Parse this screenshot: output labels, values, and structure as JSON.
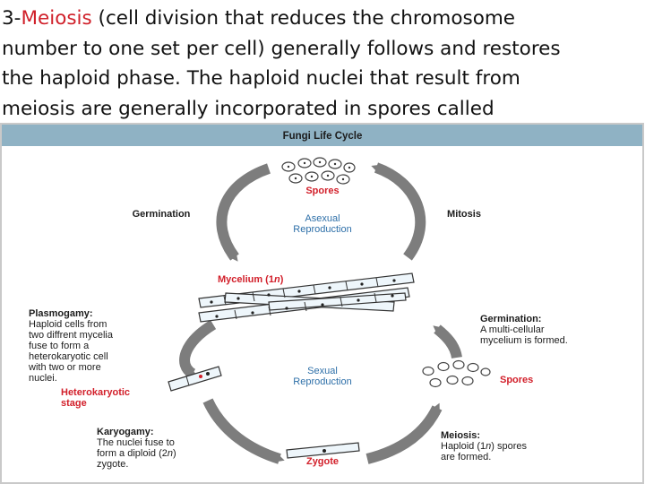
{
  "slide": {
    "prefix": "3-",
    "highlight": "Meiosis",
    "line1_rest": " (cell division that reduces the chromosome",
    "line2": "number to one set per cell) generally follows and restores",
    "line3": "the haploid phase. The haploid nuclei that result from",
    "line4": "meiosis are generally incorporated in spores called"
  },
  "figure": {
    "title": "Fungi Life Cycle",
    "top_spores": "Spores",
    "germination_left": "Germination",
    "mitosis": "Mitosis",
    "asexual_1": "Asexual",
    "asexual_2": "Reproduction",
    "mycelium_pre": "Mycelium (1",
    "mycelium_n": "n",
    "mycelium_post": ")",
    "plasmogamy_title": "Plasmogamy:",
    "plasmogamy_1": "Haploid cells from",
    "plasmogamy_2": "two diffrent mycelia",
    "plasmogamy_3": "fuse to form a",
    "plasmogamy_4": "heterokaryotic cell",
    "plasmogamy_5": "with two or more",
    "plasmogamy_6": "nuclei.",
    "heterokaryotic_1": "Heterokaryotic",
    "heterokaryotic_2": "stage",
    "germination2_title": "Germination:",
    "germination2_1": "A multi-cellular",
    "germination2_2": "mycelium is formed.",
    "sexual_1": "Sexual",
    "sexual_2": "Reproduction",
    "right_spores": "Spores",
    "karyogamy_title": "Karyogamy:",
    "karyogamy_1": "The nuclei fuse to",
    "karyogamy_2": "form a diploid (2",
    "karyogamy_2_n": "n",
    "karyogamy_2_post": ")",
    "karyogamy_3": "zygote.",
    "zygote": "Zygote",
    "meiosis_title": "Meiosis:",
    "meiosis_1_pre": "Haploid (1",
    "meiosis_1_n": "n",
    "meiosis_1_post": ") spores",
    "meiosis_2": "are formed."
  },
  "colors": {
    "title_bar": "#8fb2c4",
    "red_label": "#d21f2a",
    "blue_label": "#2d6fa8",
    "arrow_gray": "#7d7d7d",
    "cell_fill": "#eef6fb",
    "figure_border": "#c9c9c9"
  }
}
